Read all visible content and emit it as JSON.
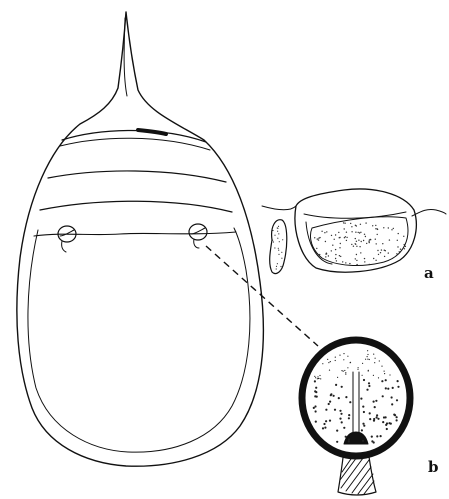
{
  "figure": {
    "labels": {
      "a": "a",
      "b": "b"
    },
    "colors": {
      "ink": "#111111",
      "paper": "#ffffff"
    },
    "parts": [
      "body-outline",
      "spine",
      "transverse-bands",
      "left-organ",
      "right-organ",
      "detail-a",
      "detail-b",
      "leader-line"
    ]
  }
}
